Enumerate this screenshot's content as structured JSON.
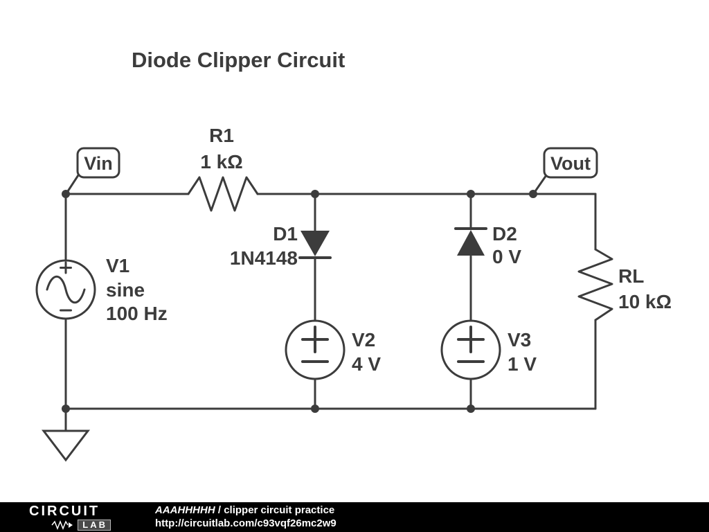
{
  "title": "Diode Clipper Circuit",
  "labels": {
    "vin": "Vin",
    "vout": "Vout"
  },
  "components": {
    "r1": {
      "name": "R1",
      "value": "1 kΩ"
    },
    "v1": {
      "name": "V1",
      "wave": "sine",
      "freq": "100 Hz"
    },
    "d1": {
      "name": "D1",
      "value": "1N4148"
    },
    "d2": {
      "name": "D2",
      "value": "0 V"
    },
    "v2": {
      "name": "V2",
      "value": "4 V"
    },
    "v3": {
      "name": "V3",
      "value": "1 V"
    },
    "rl": {
      "name": "RL",
      "value": "10 kΩ"
    }
  },
  "footer": {
    "logo_top": "CIRCUIT",
    "logo_bottom": "LAB",
    "author": "AAAHHHHH",
    "separator": " / ",
    "project": "clipper circuit practice",
    "url": "http://circuitlab.com/c93vqf26mc2w9"
  },
  "colors": {
    "stroke": "#3c3c3c",
    "background": "#ffffff",
    "footer_bg": "#000000",
    "footer_text": "#ffffff"
  }
}
